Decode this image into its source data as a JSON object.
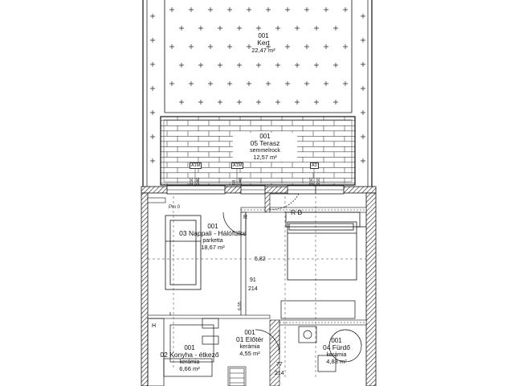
{
  "rooms": {
    "kert": {
      "num": "001",
      "name": "Kert",
      "area": "22,47 m²"
    },
    "terasz": {
      "num": "001",
      "name": "05 Terasz",
      "material": "semmelrock",
      "area": "12,57 m²"
    },
    "nappali": {
      "num": "001",
      "name": "03 Nappali - Hálófülke",
      "material": "parketta",
      "area": "18,67 m²"
    },
    "konyha": {
      "num": "001",
      "name": "02 Konyha - étkező",
      "material": "kerámia",
      "area": "6,66 m²"
    },
    "eloter": {
      "num": "001",
      "name": "01 Előtér",
      "material": "kerámia",
      "area": "4,55 m²"
    },
    "furdo": {
      "num": "001",
      "name": "04 Fürdő",
      "material": "kerámia",
      "area": "4,83 m²"
    }
  },
  "window_tags": [
    "A1M",
    "A1M",
    "A3"
  ],
  "dimensions": {
    "w1a": "150",
    "w1b": "240",
    "w2a": "98",
    "w2b": "240",
    "w3a": "150",
    "w3b": "150",
    "d91": "91",
    "d214a": "214",
    "d77": "77",
    "d214b": "214",
    "h582": "5,82",
    "h605": "6,05"
  },
  "markers": {
    "level": "Pm 0",
    "rb": "R B",
    "r": "R",
    "h": "H"
  }
}
